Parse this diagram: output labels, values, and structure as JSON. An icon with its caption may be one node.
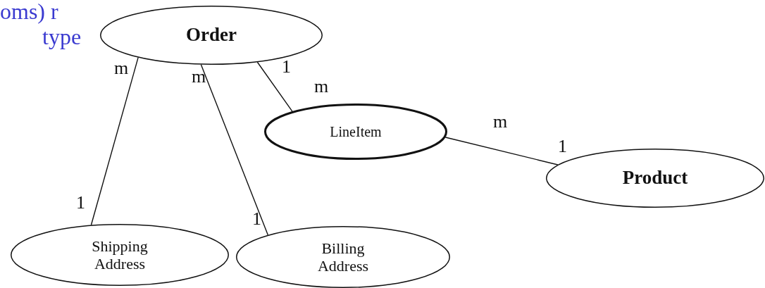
{
  "diagram": {
    "nodes": [
      {
        "text": [
          "Order"
        ]
      },
      {
        "text": [
          "LineItem"
        ]
      },
      {
        "text": [
          "Product"
        ]
      },
      {
        "text": [
          "Shipping Address"
        ]
      },
      {
        "text": [
          "Billing Address"
        ]
      }
    ],
    "edges": [
      {
        "from": 0,
        "to": 3,
        "arrow": "none"
      },
      {
        "from": 0,
        "to": 4,
        "arrow": "none"
      },
      {
        "from": 0,
        "to": 1,
        "arrow": "none"
      },
      {
        "from": 1,
        "to": 2,
        "arrow": "none"
      }
    ],
    "labels": [
      "oms) r",
      "type",
      "m",
      "m",
      "1",
      "m",
      "m",
      "1",
      "1",
      "1"
    ]
  }
}
